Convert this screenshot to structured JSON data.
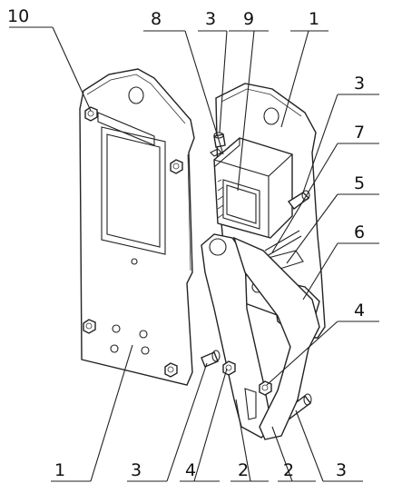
{
  "diagram": {
    "callouts": {
      "c10_top": "10",
      "c8_top": "8",
      "c3_top": "3",
      "c9_top": "9",
      "c1_top": "1",
      "c3_right": "3",
      "c7_right": "7",
      "c5_right": "5",
      "c6_right": "6",
      "c4_right": "4",
      "c1_bottom": "1",
      "c3_bottom_a": "3",
      "c4_bottom": "4",
      "c2_bottom_a": "2",
      "c2_bottom_b": "2",
      "c3_bottom_b": "3"
    }
  }
}
